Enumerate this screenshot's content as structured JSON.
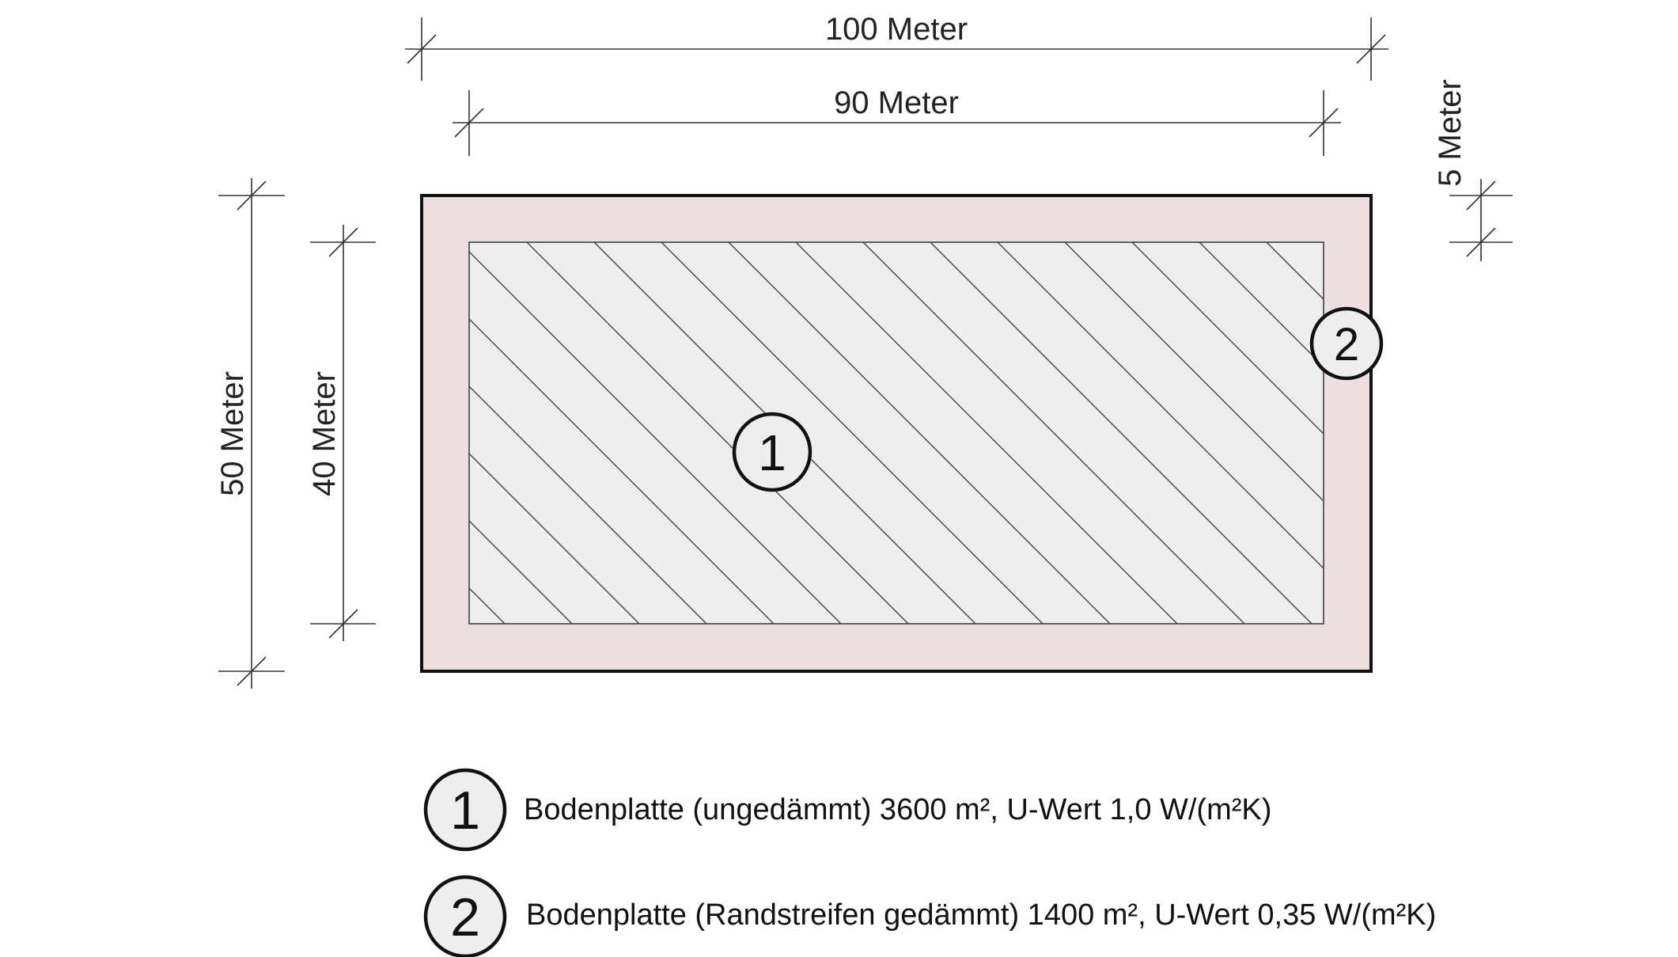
{
  "dimensions": {
    "total_width": "100 Meter",
    "inner_width": "90 Meter",
    "edge_strip": "5 Meter",
    "total_height": "50 Meter",
    "inner_height": "40 Meter"
  },
  "markers": {
    "inner": "1",
    "edge": "2"
  },
  "legend": [
    {
      "number": "1",
      "text": "Bodenplatte (ungedämmt) 3600 m², U-Wert 1,0 W/(m²K)"
    },
    {
      "number": "2",
      "text": "Bodenplatte (Randstreifen gedämmt) 1400 m², U-Wert 0,35 W/(m²K)"
    }
  ],
  "colors": {
    "edge_strip_fill": "#ebdfdf",
    "inner_area_fill": "#eeeeee",
    "outline": "#111111",
    "marker_fill": "#eeeeee"
  }
}
